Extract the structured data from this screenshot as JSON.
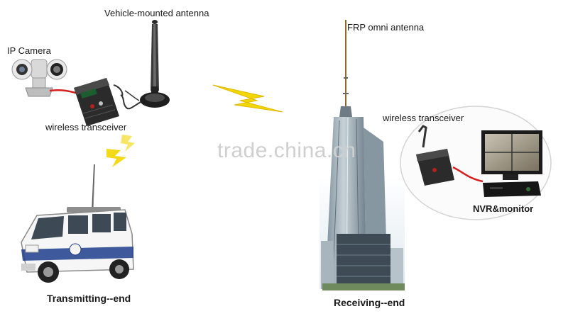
{
  "labels": {
    "vehicle_antenna": "Vehicle-mounted  antenna",
    "ip_camera": "IP  Camera",
    "tx_transceiver": "wireless transceiver",
    "frp_antenna": "FRP omni antenna",
    "rx_transceiver": "wireless transceiver",
    "nvr_monitor": "NVR&monitor",
    "transmitting_end": "Transmitting--end",
    "receiving_end": "Receiving--end"
  },
  "watermark": "trade.china.cn",
  "colors": {
    "lightning": "#f2d600",
    "cable": "#d81e1e",
    "device_dark": "#2b2b2b",
    "building_glass": "#9aa8b2"
  },
  "icons": [
    "ip-camera-icon",
    "transceiver-icon",
    "antenna-icon",
    "lightning-icon",
    "van-icon",
    "tower-icon",
    "monitor-icon"
  ]
}
